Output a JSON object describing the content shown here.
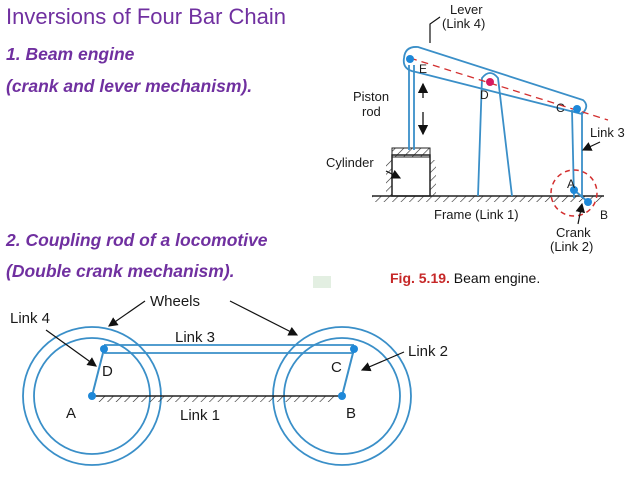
{
  "slide": {
    "title": "Inversions of Four Bar Chain",
    "item1_line1": "1.   Beam engine",
    "item1_line2": " (crank and lever mechanism).",
    "item2_line1": "2. Coupling rod of a locomotive",
    "item2_line2": "(Double crank mechanism)."
  },
  "beam_engine": {
    "lever_label": "Lever",
    "lever_link": "(Link 4)",
    "piston_label": "Piston",
    "rod_label": "rod",
    "cylinder_label": "Cylinder",
    "frame_label": "Frame (Link 1)",
    "link3_label": "Link 3",
    "crank_label": "Crank",
    "crank_link": "(Link 2)",
    "point_e": "E",
    "point_d": "D",
    "point_c": "C",
    "point_a": "A",
    "point_b": "B",
    "caption_fig": "Fig. 5.19.",
    "caption_text": " Beam engine."
  },
  "locomotive": {
    "wheels_label": "Wheels",
    "link4_label": "Link 4",
    "link3_label": "Link 3",
    "link2_label": "Link 2",
    "link1_label": "Link 1",
    "point_d": "D",
    "point_c": "C",
    "point_a": "A",
    "point_b": "B"
  },
  "colors": {
    "title": "#7030a0",
    "link_stroke": "#3a8fc8",
    "joint": "#1e88d8",
    "pivot_d": "#d81b60",
    "crank_circle": "#d32f2f"
  }
}
